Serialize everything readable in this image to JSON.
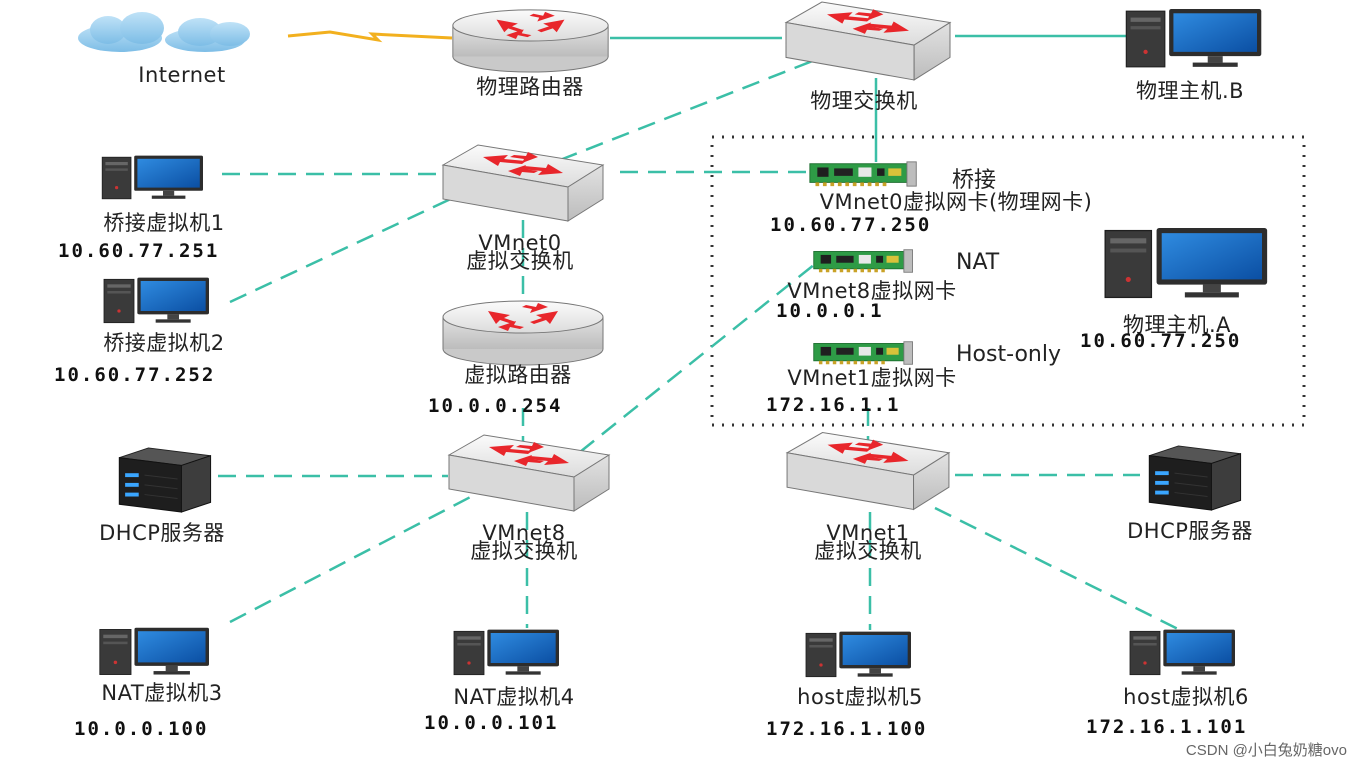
{
  "internet": {
    "label": "Internet",
    "icon": "cloud-icon"
  },
  "physical_router": {
    "label": "物理路由器",
    "icon": "router-icon"
  },
  "physical_switch": {
    "label": "物理交换机",
    "icon": "switch-icon"
  },
  "host_b": {
    "label": "物理主机.B",
    "icon": "computer-icon"
  },
  "host_a": {
    "label": "物理主机.A",
    "ip": "10.60.77.250",
    "icon": "computer-icon"
  },
  "bridge_vm1": {
    "label": "桥接虚拟机1",
    "ip": "10.60.77.251",
    "icon": "computer-icon"
  },
  "bridge_vm2": {
    "label": "桥接虚拟机2",
    "ip": "10.60.77.252",
    "icon": "computer-icon"
  },
  "vmnet0_switch": {
    "line1": "VMnet0",
    "line2": "虚拟交换机",
    "icon": "switch-icon"
  },
  "virtual_router": {
    "label": "虚拟路由器",
    "ip": "10.0.0.254",
    "icon": "router-icon"
  },
  "vmnet8_switch": {
    "line1": "VMnet8",
    "line2": "虚拟交换机",
    "icon": "switch-icon"
  },
  "vmnet1_switch": {
    "line1": "VMnet1",
    "line2": "虚拟交换机",
    "icon": "switch-icon"
  },
  "dhcp_left": {
    "label": "DHCP服务器",
    "icon": "server-icon"
  },
  "dhcp_right": {
    "label": "DHCP服务器",
    "icon": "server-icon"
  },
  "nics": [
    {
      "mode": "桥接",
      "label": "VMnet0虚拟网卡(物理网卡)",
      "ip": "10.60.77.250",
      "icon": "network-card-icon"
    },
    {
      "mode": "NAT",
      "label": "VMnet8虚拟网卡",
      "ip": "10.0.0.1",
      "icon": "network-card-icon"
    },
    {
      "mode": "Host-only",
      "label": "VMnet1虚拟网卡",
      "ip": "172.16.1.1",
      "icon": "network-card-icon"
    }
  ],
  "nat_vm3": {
    "label": "NAT虚拟机3",
    "ip": "10.0.0.100",
    "icon": "computer-icon"
  },
  "nat_vm4": {
    "label": "NAT虚拟机4",
    "ip": "10.0.0.101",
    "icon": "computer-icon"
  },
  "host_vm5": {
    "label": "host虚拟机5",
    "ip": "172.16.1.100",
    "icon": "computer-icon"
  },
  "host_vm6": {
    "label": "host虚拟机6",
    "ip": "172.16.1.101",
    "icon": "computer-icon"
  },
  "watermark": "CSDN @小白兔奶糖ovo",
  "colors": {
    "link": "#3bbfa7",
    "router_red": "#e8262b",
    "device_body": "#efefef",
    "screen_blue": "#1a73c9",
    "nic_green": "#2e9b46",
    "lightning": "#f2b01e",
    "cloud": "#8ec9ee"
  }
}
